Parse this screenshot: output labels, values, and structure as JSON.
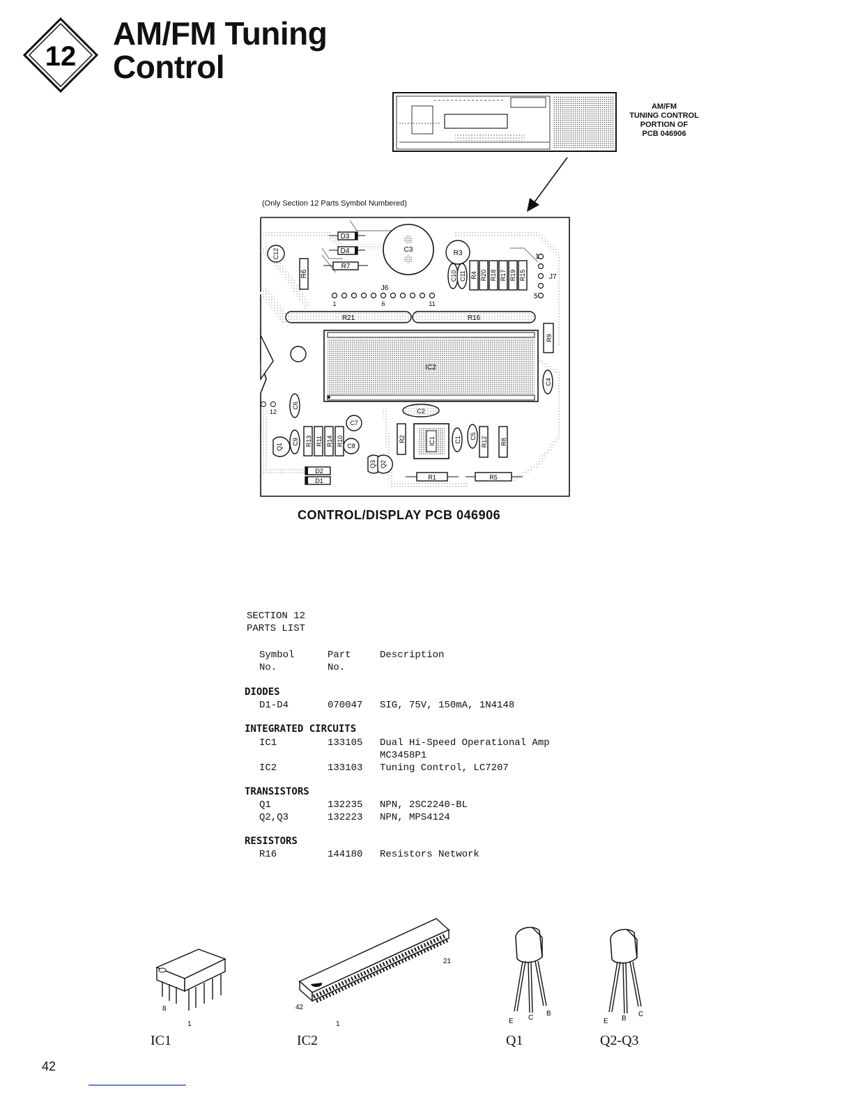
{
  "badge": {
    "number": "12"
  },
  "title": {
    "line1": "AM/FM Tuning",
    "line2": "Control"
  },
  "thumbnail_caption": [
    "AM/FM",
    "TUNING CONTROL",
    "PORTION OF",
    "PCB 046906"
  ],
  "pcb_note": "(Only Section 12 Parts Symbol Numbered)",
  "pcb_labels": {
    "d3": "D3",
    "d4": "D4",
    "r7": "R7",
    "r6": "R6",
    "c12": "C12",
    "c3": "C3",
    "r3": "R3",
    "c10": "C10",
    "c11": "C11",
    "r4": "R4",
    "r20": "R20",
    "r18": "R18",
    "r17": "R17",
    "r19": "R19",
    "r15": "R15",
    "j6": "J6",
    "j7": "J7",
    "pin1": "1",
    "pin6": "6",
    "pin11": "11",
    "j7p1": "1",
    "j7p5": "5",
    "r21": "R21",
    "r16": "R16",
    "r9": "R9",
    "ic2": "IC2",
    "c4": "C4",
    "c6": "C6",
    "pin12": "12",
    "c2": "C2",
    "c7": "C7",
    "c8": "C8",
    "q1": "Q1",
    "c9": "C9",
    "r13": "R13",
    "r11": "R11",
    "r14": "R14",
    "r10": "R10",
    "r2": "R2",
    "ic1": "IC1",
    "c1": "C1",
    "c5": "C5",
    "r12": "R12",
    "r8": "R8",
    "q2": "Q2",
    "q3": "Q3",
    "d2": "D2",
    "d1": "D1",
    "r1": "R1",
    "r5": "R5"
  },
  "pcb_title": "CONTROL/DISPLAY PCB 046906",
  "parts_list": {
    "heading1": "SECTION 12",
    "heading2": "PARTS LIST",
    "col_symbol": [
      "Symbol",
      "No."
    ],
    "col_part": [
      "Part",
      "No."
    ],
    "col_desc": "Description",
    "categories": [
      {
        "name": "DIODES",
        "rows": [
          {
            "symbol": "D1-D4",
            "part": "070047",
            "desc": "SIG, 75V, 150mA, 1N4148"
          }
        ]
      },
      {
        "name": "INTEGRATED CIRCUITS",
        "rows": [
          {
            "symbol": "IC1",
            "part": "133105",
            "desc": "Dual Hi-Speed Operational Amp",
            "desc2": "MC3458P1"
          },
          {
            "symbol": "IC2",
            "part": "133103",
            "desc": "Tuning Control, LC7207"
          }
        ]
      },
      {
        "name": "TRANSISTORS",
        "rows": [
          {
            "symbol": "Q1",
            "part": "132235",
            "desc": "NPN, 2SC2240-BL"
          },
          {
            "symbol": "Q2,Q3",
            "part": "132223",
            "desc": "NPN, MPS4124"
          }
        ]
      },
      {
        "name": "RESISTORS",
        "rows": [
          {
            "symbol": "R16",
            "part": "144180",
            "desc": "Resistors Network"
          }
        ]
      }
    ]
  },
  "components": {
    "ic1": {
      "label": "IC1",
      "pin_a": "8",
      "pin_b": "1"
    },
    "ic2": {
      "label": "IC2",
      "pin_a": "21",
      "pin_b": "42",
      "pin_c": "1"
    },
    "q1": {
      "label": "Q1",
      "e": "E",
      "c": "C",
      "b": "B"
    },
    "q23": {
      "label": "Q2-Q3",
      "e": "E",
      "b": "B",
      "c": "C"
    }
  },
  "page_number": "42"
}
